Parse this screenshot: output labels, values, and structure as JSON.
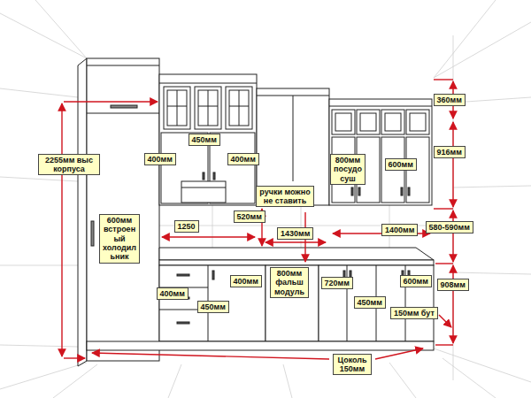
{
  "diagram": {
    "nodes": [
      {
        "text": [
          "2255мм выс корпуса"
        ]
      },
      {
        "text": [
          "360мм"
        ]
      },
      {
        "text": [
          "450мм"
        ]
      },
      {
        "text": [
          "400мм"
        ]
      },
      {
        "text": [
          "400мм"
        ]
      },
      {
        "text": [
          "916мм"
        ]
      },
      {
        "text": [
          "800мм посудо суш"
        ]
      },
      {
        "text": [
          "600мм"
        ]
      },
      {
        "text": [
          "ручки можно не ставить"
        ]
      },
      {
        "text": [
          "1250"
        ]
      },
      {
        "text": [
          "520мм"
        ]
      },
      {
        "text": [
          "600мм встроен ый холодил ьник"
        ]
      },
      {
        "text": [
          "1430мм"
        ]
      },
      {
        "text": [
          "1400мм"
        ]
      },
      {
        "text": [
          "580-590мм"
        ]
      },
      {
        "text": [
          "800мм фальш модуль"
        ]
      },
      {
        "text": [
          "400мм"
        ]
      },
      {
        "text": [
          "720мм"
        ]
      },
      {
        "text": [
          "600мм"
        ]
      },
      {
        "text": [
          "908мм"
        ]
      },
      {
        "text": [
          "400мм"
        ]
      },
      {
        "text": [
          "450мм"
        ]
      },
      {
        "text": [
          "450мм"
        ]
      },
      {
        "text": [
          "150мм бут"
        ]
      },
      {
        "text": [
          "Цоколь 150мм"
        ]
      }
    ]
  }
}
